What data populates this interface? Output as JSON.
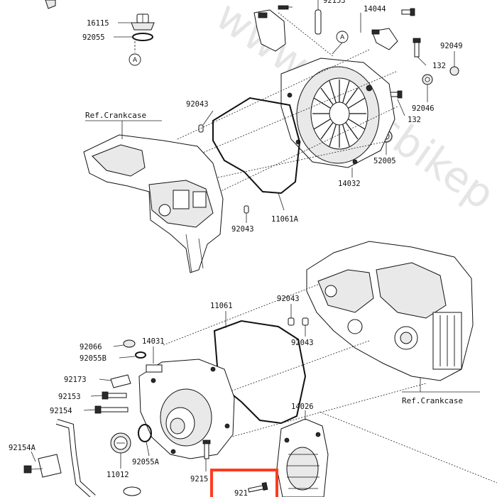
{
  "watermark": "www.partsbikep",
  "references": {
    "crankcase_top": "Ref.Crankcase",
    "crankcase_bottom": "Ref.Crankcase"
  },
  "callouts": {
    "a": "A"
  },
  "part_labels": [
    {
      "id": "16115",
      "text": "16115"
    },
    {
      "id": "92055-top",
      "text": "92055"
    },
    {
      "id": "92153-top",
      "text": "92153"
    },
    {
      "id": "14044",
      "text": "14044"
    },
    {
      "id": "92049",
      "text": "92049"
    },
    {
      "id": "132-a",
      "text": "132"
    },
    {
      "id": "132-b",
      "text": "132"
    },
    {
      "id": "92046",
      "text": "92046"
    },
    {
      "id": "92043-a",
      "text": "92043"
    },
    {
      "id": "52005",
      "text": "52005"
    },
    {
      "id": "14032",
      "text": "14032"
    },
    {
      "id": "11061A",
      "text": "11061A"
    },
    {
      "id": "92043-b",
      "text": "92043"
    },
    {
      "id": "11061",
      "text": "11061"
    },
    {
      "id": "92043-c",
      "text": "92043"
    },
    {
      "id": "92043-d",
      "text": "92043"
    },
    {
      "id": "92066",
      "text": "92066"
    },
    {
      "id": "14031",
      "text": "14031"
    },
    {
      "id": "92055B",
      "text": "92055B"
    },
    {
      "id": "92173",
      "text": "92173"
    },
    {
      "id": "92153-mid",
      "text": "92153"
    },
    {
      "id": "92154",
      "text": "92154"
    },
    {
      "id": "92154A",
      "text": "92154A"
    },
    {
      "id": "11012",
      "text": "11012"
    },
    {
      "id": "92055A",
      "text": "92055A"
    },
    {
      "id": "92153-bot",
      "text": "9215"
    },
    {
      "id": "14026",
      "text": "14026"
    },
    {
      "id": "partial-bottom",
      "text": "921"
    }
  ]
}
